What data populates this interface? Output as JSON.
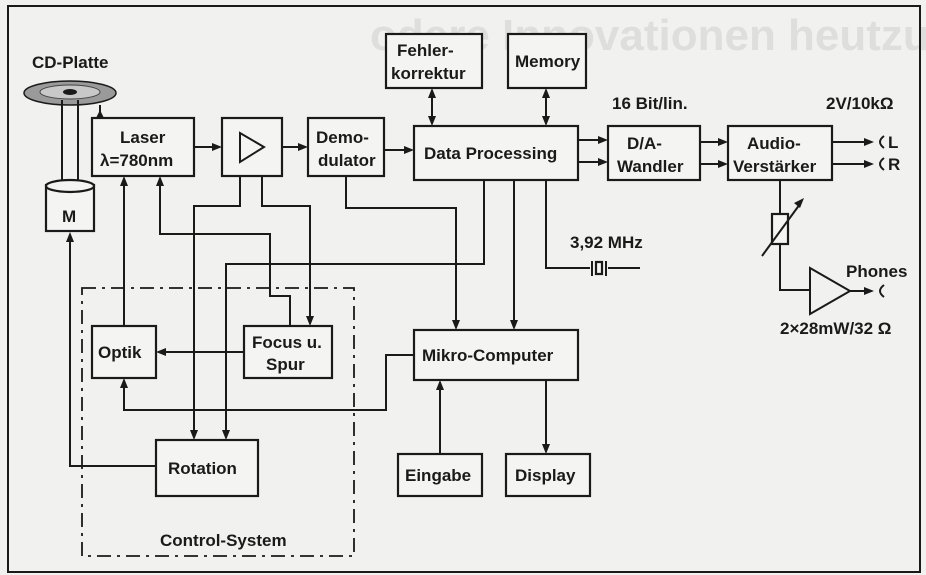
{
  "background_text": "odere Innovationen heutzutage",
  "disc_label": "CD-Platte",
  "motor": "M",
  "laser": {
    "line1": "Laser",
    "line2": "λ=780nm"
  },
  "demodulator": {
    "line1": "Demo-",
    "line2": "dulator"
  },
  "fehlerkorrektur": {
    "line1": "Fehler-",
    "line2": "korrektur"
  },
  "memory": "Memory",
  "data_processing": "Data Processing",
  "da_wandler": {
    "line1": "D/A-",
    "line2": "Wandler"
  },
  "bit_label": "16 Bit/lin.",
  "audio": {
    "line1": "Audio-",
    "line2": "Verstärker"
  },
  "output_label": "2V/10kΩ",
  "out_l": "L",
  "out_r": "R",
  "crystal": "3,92 MHz",
  "phones": "Phones",
  "phones_spec": "2×28mW/32 Ω",
  "optik": "Optik",
  "focus": {
    "line1": "Focus u.",
    "line2": "Spur"
  },
  "mikro_computer": "Mikro-Computer",
  "rotation": "Rotation",
  "eingabe": "Eingabe",
  "display": "Display",
  "control_system": "Control-System"
}
